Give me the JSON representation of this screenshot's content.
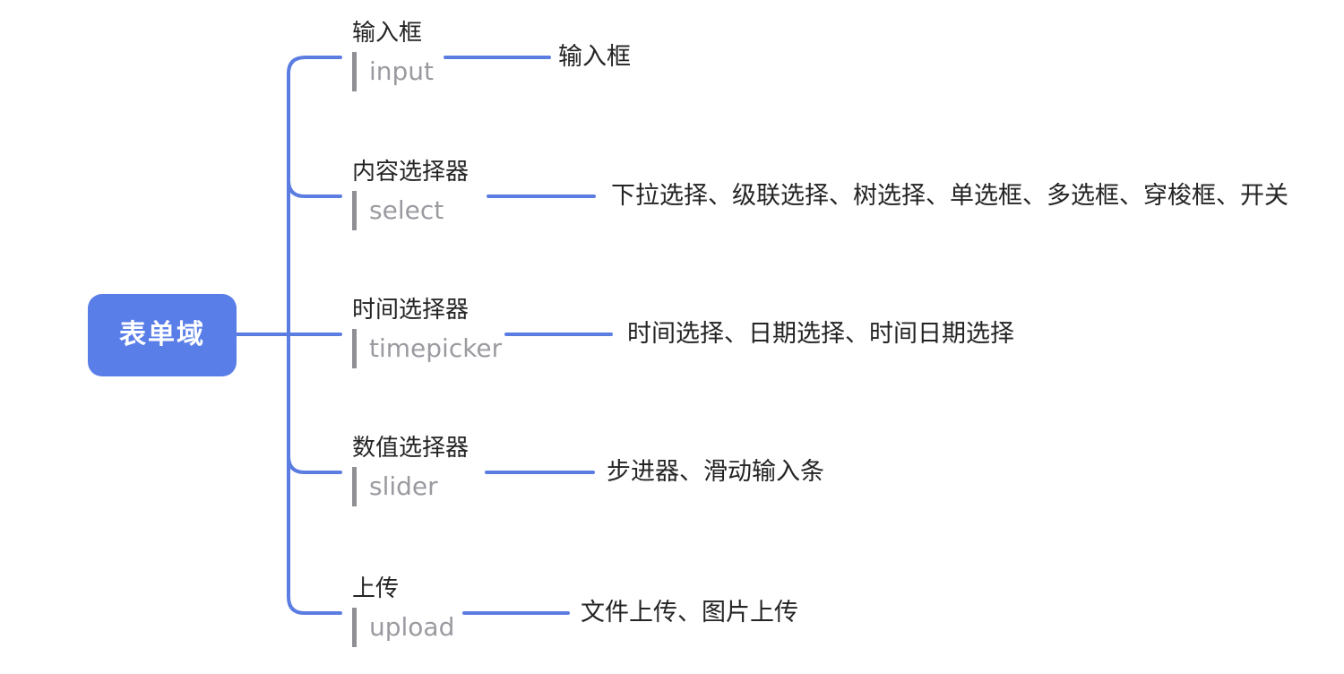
{
  "root": {
    "label": "表单域"
  },
  "branches": [
    {
      "title": "输入框",
      "code": "input",
      "leaf": "输入框"
    },
    {
      "title": "内容选择器",
      "code": "select",
      "leaf": "下拉选择、级联选择、树选择、单选框、多选框、穿梭框、开关"
    },
    {
      "title": "时间选择器",
      "code": "timepicker",
      "leaf": "时间选择、日期选择、时间日期选择"
    },
    {
      "title": "数值选择器",
      "code": "slider",
      "leaf": "步进器、滑动输入条"
    },
    {
      "title": "上传",
      "code": "upload",
      "leaf": "文件上传、图片上传"
    }
  ],
  "colors": {
    "accent_line": "#5b7de2",
    "root_bg": "#5a7ee8",
    "root_text": "#ffffff",
    "node_text": "#242424",
    "muted_text": "#9a9aa0",
    "code_bar": "#8f8f94",
    "background": "#ffffff"
  }
}
